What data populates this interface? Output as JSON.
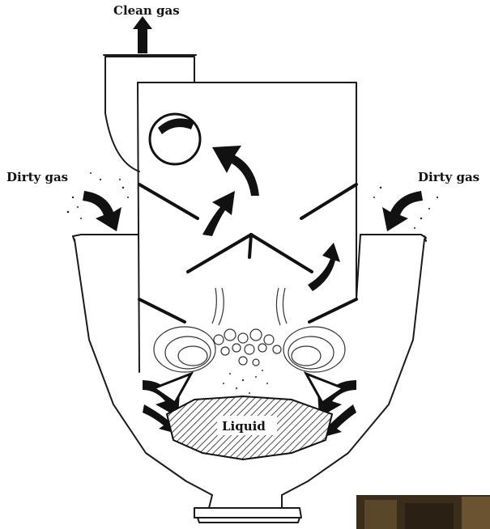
{
  "labels": {
    "clean_gas": "Clean gas",
    "dirty_gas_left": "Dirty gas",
    "dirty_gas_right": "Dirty gas",
    "liquid": "Liquid"
  },
  "colors": {
    "ink": "#111111",
    "paper": "#ffffff",
    "photo_corner": "#3a2e1a"
  }
}
